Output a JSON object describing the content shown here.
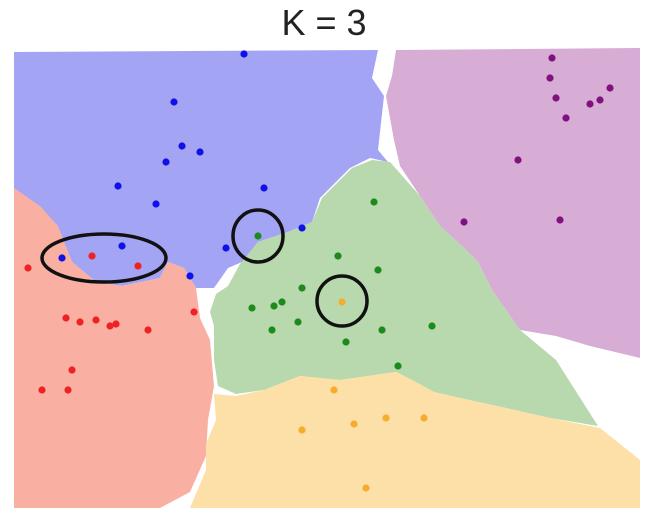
{
  "title": "K = 3",
  "colors": {
    "blue_region": "#a4a4f5",
    "red_region": "#f9b0a3",
    "green_region": "#b8d8ad",
    "purple_region": "#d7acd5",
    "orange_region": "#fde0a8",
    "blue_point": "#1010e8",
    "red_point": "#ee2222",
    "green_point": "#1d8a1d",
    "purple_point": "#7f1180",
    "orange_point": "#f5ad2c",
    "highlight": "#111111"
  },
  "classes": [
    "blue",
    "red",
    "green",
    "purple",
    "orange"
  ],
  "highlights": [
    {
      "shape": "ellipse",
      "encloses": [
        "blue",
        "red",
        "blue",
        "red"
      ]
    },
    {
      "shape": "circle",
      "encloses": [
        "green"
      ]
    },
    {
      "shape": "circle",
      "encloses": [
        "orange"
      ]
    }
  ]
}
